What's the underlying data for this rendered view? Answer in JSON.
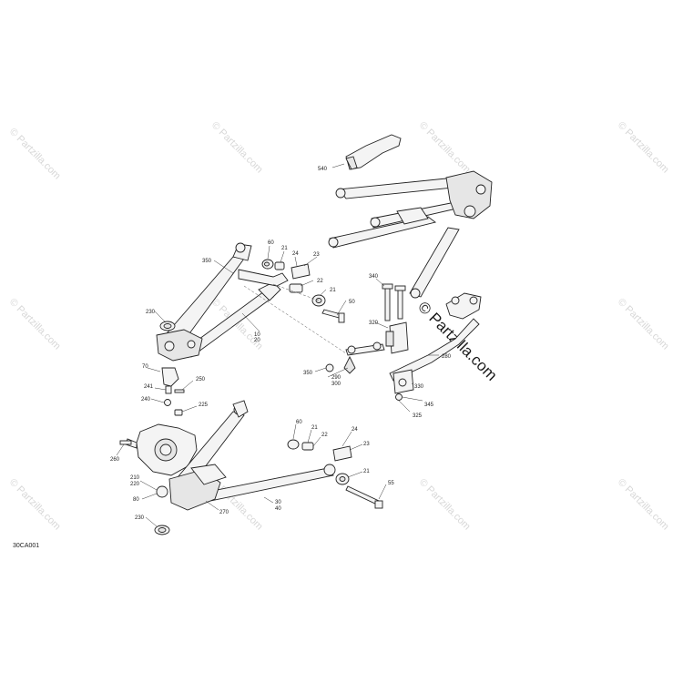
{
  "watermark": {
    "text": "© Partzilla.com",
    "brand": "© Partzilla.com"
  },
  "diagram_code": "30CA001",
  "callouts": {
    "c540": "540",
    "c350a": "350",
    "c60a": "60",
    "c21a": "21",
    "c24a": "24",
    "c23a": "23",
    "c22a": "22",
    "c21b": "21",
    "c50": "50",
    "c230a": "230",
    "c340": "340",
    "c320": "320",
    "c10": "10",
    "c20": "20",
    "c280": "280",
    "c350b": "350",
    "c290": "290",
    "c300": "300",
    "c70": "70",
    "c250": "250",
    "c241": "241",
    "c240": "240",
    "c225": "225",
    "c330": "330",
    "c345": "345",
    "c325": "325",
    "c260": "260",
    "c60b": "60",
    "c21c": "21",
    "c24b": "24",
    "c22b": "22",
    "c23b": "23",
    "c21d": "21",
    "c55": "55",
    "c210": "210",
    "c220": "220",
    "c80": "80",
    "c30": "30",
    "c40": "40",
    "c270": "270",
    "c230b": "230"
  }
}
